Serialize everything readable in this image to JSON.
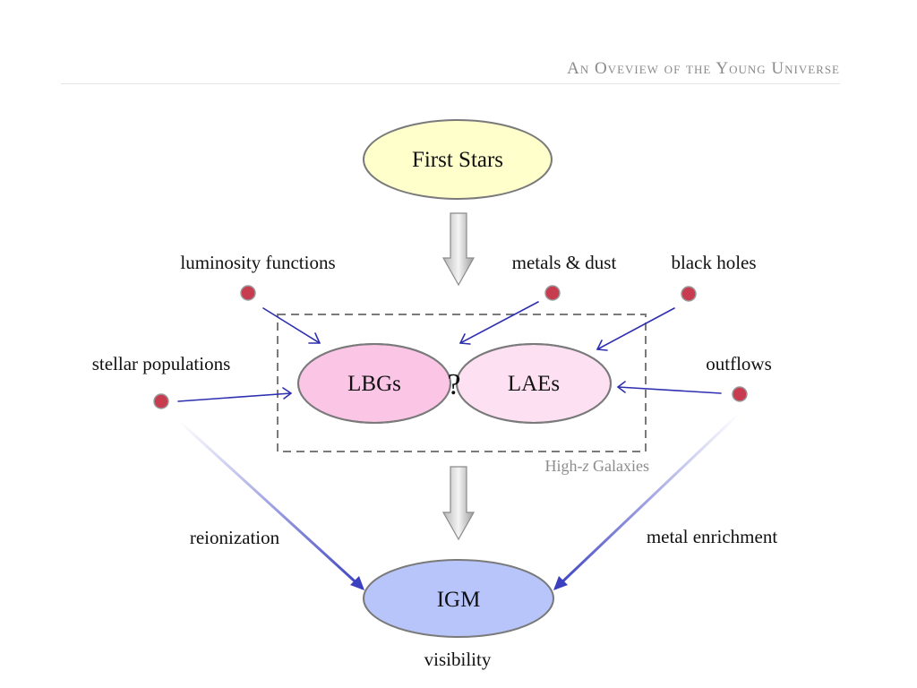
{
  "header": {
    "title": "An Oveview of the Young Universe"
  },
  "nodes": {
    "first_stars": "First Stars",
    "lbgs": "LBGs",
    "overlap": "?",
    "laes": "LAEs",
    "igm": "IGM"
  },
  "group": {
    "label_prefix": "High-",
    "label_italic": "z",
    "label_suffix": " Galaxies"
  },
  "properties": {
    "luminosity_functions": "luminosity functions",
    "metals_dust": "metals & dust",
    "black_holes": "black holes",
    "stellar_populations": "stellar populations",
    "outflows": "outflows"
  },
  "processes": {
    "reionization": "reionization",
    "metal_enrichment": "metal enrichment",
    "visibility": "visibility"
  },
  "colors": {
    "first_stars_fill": "#ffffcc",
    "lbgs_fill": "#fbc5e6",
    "laes_fill": "#fde0f1",
    "overlap_fill": "#f7a9d8",
    "igm_fill": "#b8c5fb",
    "ellipse_stroke": "#7a7a7a",
    "dot": "#c83c50",
    "arrow": "#2d2fb0",
    "dashed_box": "#7a7a7a"
  }
}
